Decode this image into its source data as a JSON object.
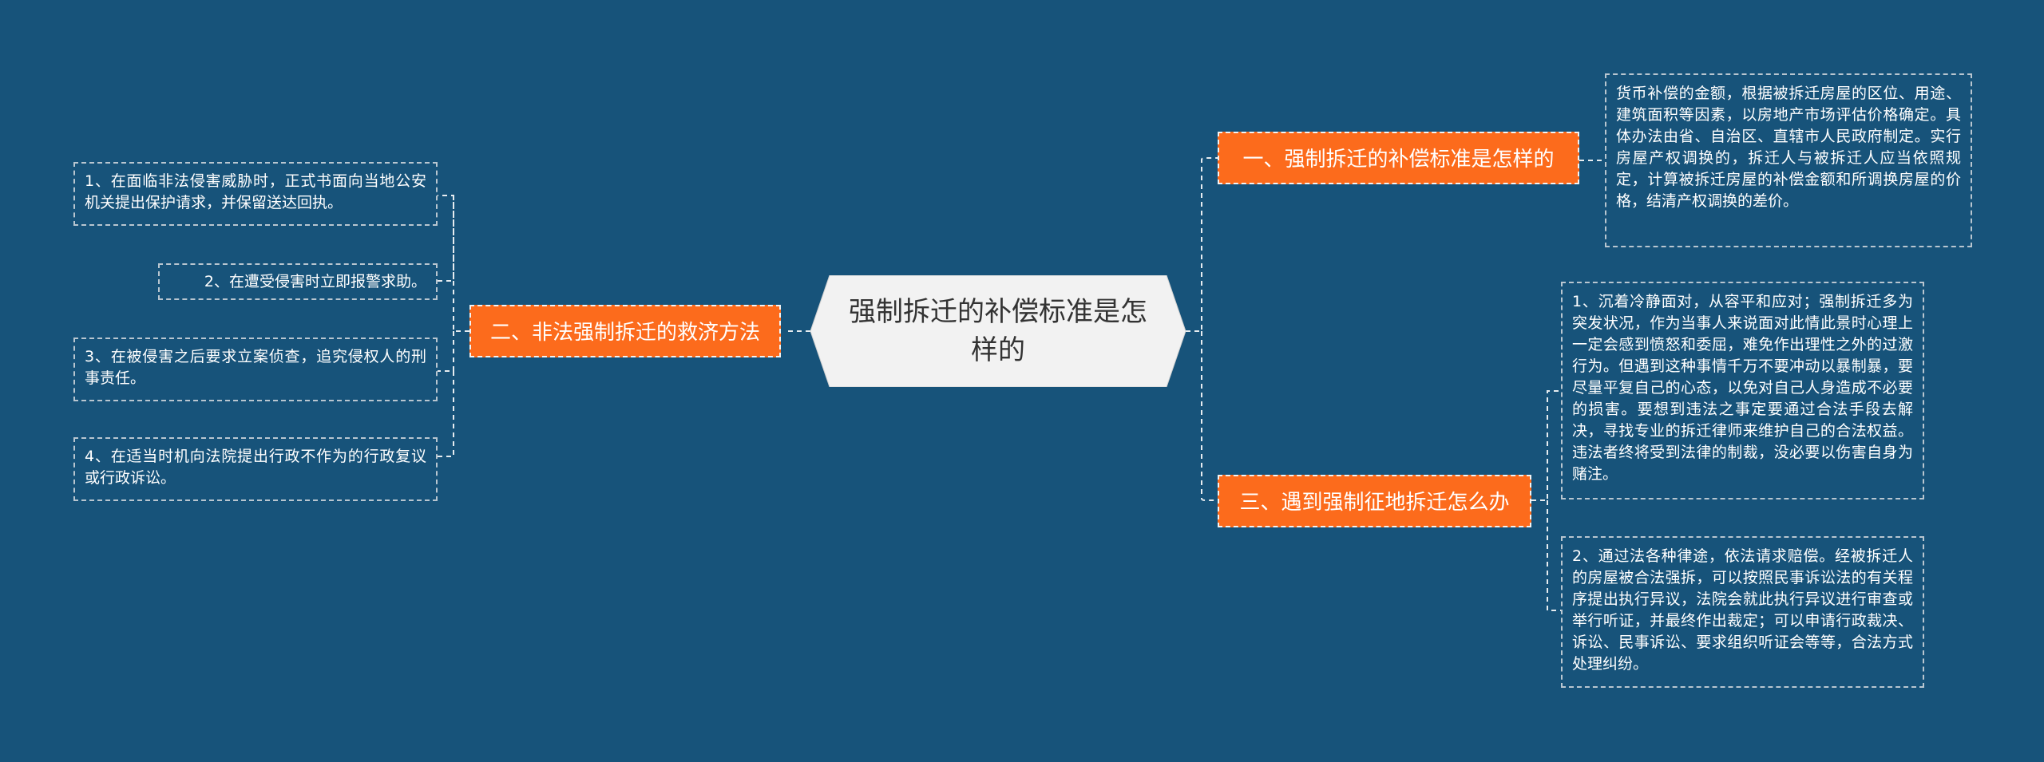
{
  "center": {
    "text": "强制拆迁的补偿标准是怎样的"
  },
  "branches": {
    "b1": {
      "label": "一、强制拆迁的补偿标准是怎样的"
    },
    "b2": {
      "label": "二、非法强制拆迁的救济方法"
    },
    "b3": {
      "label": "三、遇到强制征地拆迁怎么办"
    }
  },
  "leaves": {
    "b1_1": "货币补偿的金额，根据被拆迁房屋的区位、用途、建筑面积等因素，以房地产市场评估价格确定。具体办法由省、自治区、直辖市人民政府制定。实行房屋产权调换的，拆迁人与被拆迁人应当依照规定，计算被拆迁房屋的补偿金额和所调换房屋的价格，结清产权调换的差价。",
    "b2_1": "1、在面临非法侵害威胁时，正式书面向当地公安机关提出保护请求，并保留送达回执。",
    "b2_2": "2、在遭受侵害时立即报警求助。",
    "b2_3": "3、在被侵害之后要求立案侦查，追究侵权人的刑事责任。",
    "b2_4": "4、在适当时机向法院提出行政不作为的行政复议或行政诉讼。",
    "b3_1": "1、沉着冷静面对，从容平和应对；强制拆迁多为突发状况，作为当事人来说面对此情此景时心理上一定会感到愤怒和委屈，难免作出理性之外的过激行为。但遇到这种事情千万不要冲动以暴制暴，要尽量平复自己的心态，以免对自己人身造成不必要的损害。要想到违法之事定要通过合法手段去解决，寻找专业的拆迁律师来维护自己的合法权益。违法者终将受到法律的制裁，没必要以伤害自身为赌注。",
    "b3_2": "2、通过法各种律途，依法请求赔偿。经被拆迁人的房屋被合法强拆，可以按照民事诉讼法的有关程序提出执行异议，法院会就此执行异议进行审查或举行听证，并最终作出裁定；可以申请行政裁决、诉讼、民事诉讼、要求组织听证会等等，合法方式处理纠纷。"
  },
  "colors": {
    "background": "#17537a",
    "branch": "#fc6b1c",
    "center_fill": "#f2f2f2",
    "connector": "#e6ecf0"
  }
}
